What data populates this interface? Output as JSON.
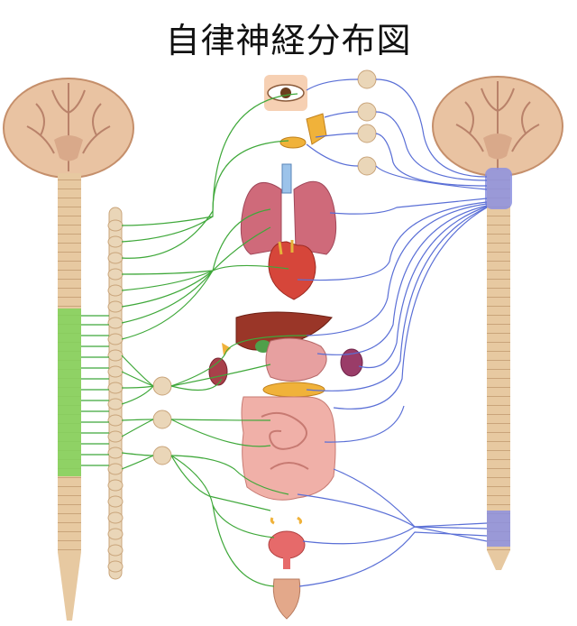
{
  "title": "自律神経分布図",
  "colors": {
    "sympathetic": "#3fa83a",
    "parasympathetic": "#5a6fd6",
    "spinal_cord": "#e7c9a1",
    "brain": "#e9c3a2",
    "ganglion": "#ead6b8"
  },
  "organs": [
    "eye",
    "salivary-glands",
    "lungs",
    "heart",
    "liver",
    "stomach",
    "kidney",
    "adrenal-gland",
    "pancreas",
    "intestines",
    "bladder",
    "genitals"
  ]
}
